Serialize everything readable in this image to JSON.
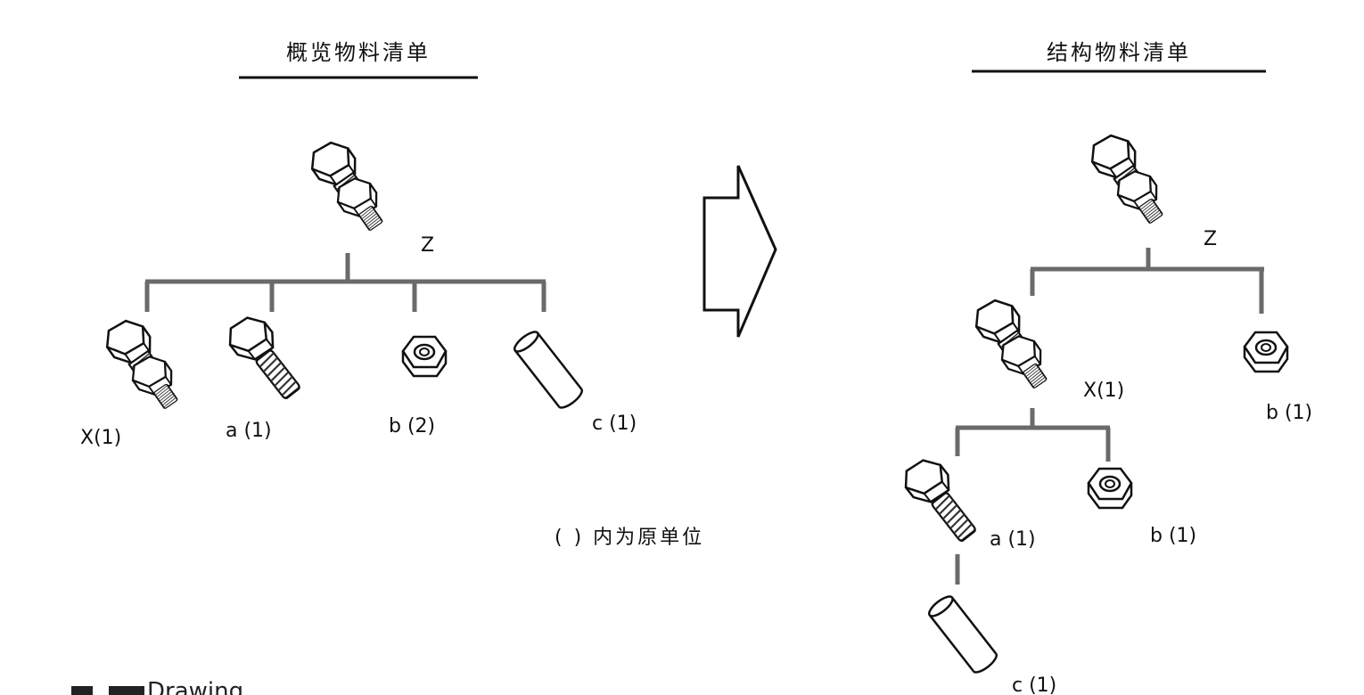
{
  "left": {
    "title": "概览物料清单",
    "root": "Z",
    "children": [
      "X(1)",
      "a (1)",
      "b (2)",
      "c (1)"
    ]
  },
  "right": {
    "title": "结构物料清单",
    "root": "Z",
    "level1": [
      "X(1)",
      "b (1)"
    ],
    "level2": [
      "a (1)",
      "b (1)"
    ],
    "level3": [
      "c (1)"
    ]
  },
  "note": "( ) 内为原单位",
  "caption_fragment": "Drawing",
  "icons": [
    "bolt-nut-assembly-icon",
    "bolt-icon",
    "nut-icon",
    "pin-icon",
    "transform-arrow-icon"
  ],
  "colors": {
    "line": "#6a6a6a",
    "ink": "#111111"
  }
}
